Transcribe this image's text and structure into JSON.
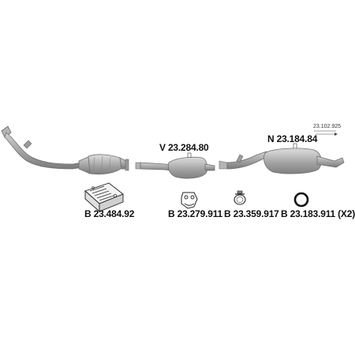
{
  "assembly_parts": {
    "front_pipe_catalyst": {
      "icon": "catalytic-converter-pipe-icon"
    },
    "middle_silencer": {
      "code": "V 23.284.80",
      "icon": "middle-silencer-icon"
    },
    "rear_silencer": {
      "code": "N 23.184.84",
      "icon": "rear-silencer-icon"
    },
    "rear_silencer_subpart": {
      "code": "23.102.925"
    }
  },
  "accessories": [
    {
      "code": "B 23.484.92",
      "icon": "mounting-kit-box-icon"
    },
    {
      "code": "B 23.279.911",
      "icon": "rubber-hanger-icon"
    },
    {
      "code": "B 23.359.917",
      "icon": "pipe-clamp-icon"
    },
    {
      "code": "B 23.183.911 (X2)",
      "icon": "sealing-ring-icon"
    }
  ],
  "colors": {
    "part_fill": "#a9a9a9",
    "part_stroke": "#6e6e6e",
    "text": "#111111"
  }
}
